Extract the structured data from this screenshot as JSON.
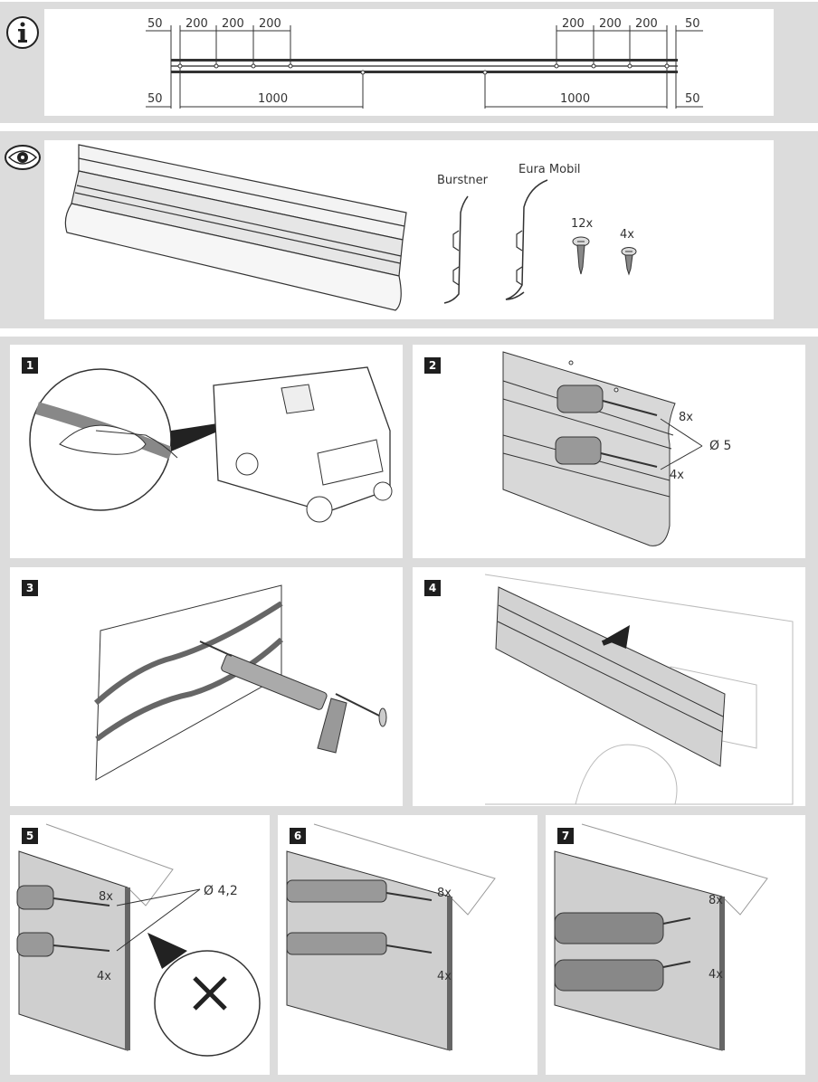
{
  "info": {
    "dims_top_left": [
      "50",
      "200",
      "200",
      "200"
    ],
    "dims_top_right": [
      "200",
      "200",
      "200",
      "50"
    ],
    "dims_bottom_left": [
      "50",
      "1000"
    ],
    "dims_bottom_right": [
      "1000",
      "50"
    ]
  },
  "contents": {
    "profile_labels": [
      "Burstner",
      "Eura Mobil"
    ],
    "screw_counts": [
      "12x",
      "4x"
    ]
  },
  "steps": [
    {
      "number": "1"
    },
    {
      "number": "2",
      "count_upper": "8x",
      "count_lower": "4x",
      "drill_diameter": "Ø 5"
    },
    {
      "number": "3"
    },
    {
      "number": "4"
    },
    {
      "number": "5",
      "count_upper": "8x",
      "count_lower": "4x",
      "drill_diameter": "Ø 4,2"
    },
    {
      "number": "6",
      "count_upper": "8x",
      "count_lower": "4x"
    },
    {
      "number": "7",
      "count_upper": "8x",
      "count_lower": "4x"
    }
  ],
  "icons": {
    "info": "info-icon",
    "view": "eye-icon"
  }
}
